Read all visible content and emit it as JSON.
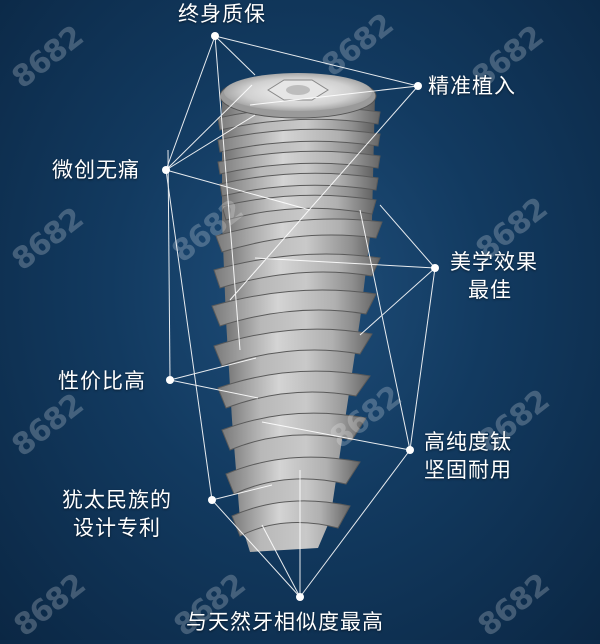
{
  "labels": {
    "top": "终身质保",
    "precise": "精准植入",
    "minimal": "微创无痛",
    "aesthetic_line1": "美学效果",
    "aesthetic_line2": "最佳",
    "value": "性价比高",
    "titanium_line1": "高纯度钛",
    "titanium_line2": "坚固耐用",
    "patent_line1": "犹太民族的",
    "patent_line2": "设计专利",
    "bottom": "与天然牙相似度最高"
  },
  "watermark": "8682",
  "colors": {
    "background": "#123a60",
    "line": "#ffffff",
    "implant": "#a9a9a9"
  }
}
